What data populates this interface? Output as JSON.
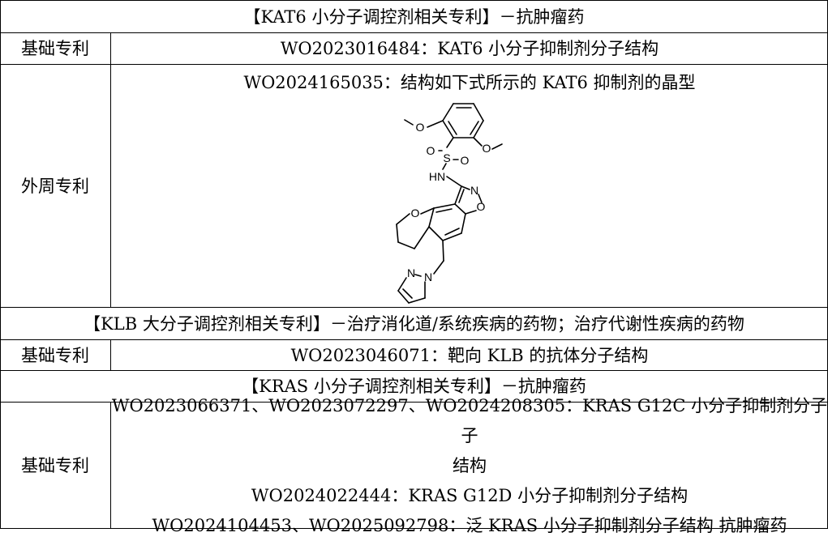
{
  "sections": [
    {
      "header": "【KAT6 小分子调控剂相关专利】－抗肿瘤药",
      "rows": [
        {
          "label": "基础专利",
          "lines": [
            "WO2023016484：KAT6 小分子抑制剂分子结构"
          ]
        },
        {
          "label": "外周专利",
          "lines": [
            "WO2024165035：结构如下式所示的 KAT6 抑制剂的晶型"
          ]
        }
      ]
    },
    {
      "header": "【KLB 大分子调控剂相关专利】－治疗消化道/系统疾病的药物；治疗代谢性疾病的药物",
      "rows": [
        {
          "label": "基础专利",
          "lines": [
            "WO2023046071：靶向 KLB 的抗体分子结构"
          ]
        }
      ]
    },
    {
      "header": "【KRAS 小分子调控剂相关专利】－抗肿瘤药",
      "rows": [
        {
          "label": "基础专利",
          "lines": [
            "WO2023066371、WO2023072297、WO2024208305：KRAS G12C 小分子抑制剂分子子",
            "结构",
            "WO2024022444：KRAS G12D 小分子抑制剂分子结构",
            "WO2024104453、WO2025092798：泛 KRAS 小分子抑制剂分子结构 抗肿瘤药"
          ]
        }
      ]
    }
  ],
  "structure_atoms": {
    "o1": "O",
    "o2": "O",
    "so_left": "O",
    "s": "S",
    "so_right": "O",
    "nh": "HN",
    "n_isox": "N",
    "o_isox": "O",
    "o_pyran": "O",
    "n_pz1": "N",
    "n_pz2": "N"
  }
}
